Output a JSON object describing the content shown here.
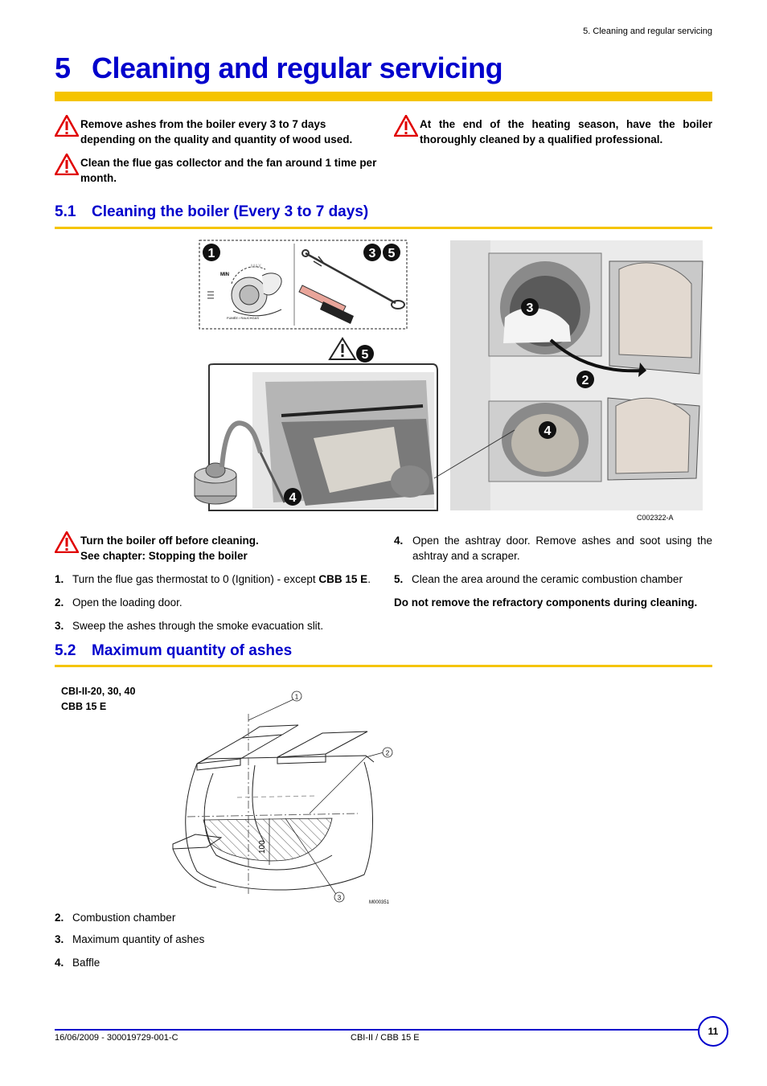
{
  "header": {
    "running_title": "5. Cleaning and regular servicing"
  },
  "chapter": {
    "number": "5",
    "title": "Cleaning and regular servicing"
  },
  "warnings_top": {
    "left_1": "Remove ashes from the boiler every 3 to 7 days depending on the quality and quantity of wood used.",
    "left_2": "Clean the flue gas collector and the fan around 1 time per month.",
    "right_1": "At the end of the heating season, have the boiler thoroughly cleaned by a qualified professional."
  },
  "section_1": {
    "number": "5.1",
    "title": "Cleaning the boiler (Every 3 to 7 days)"
  },
  "figure_1": {
    "code": "C002322-A",
    "badges": [
      "1",
      "3",
      "5",
      "5",
      "4",
      "3",
      "2",
      "4"
    ],
    "dial_min": "MIN",
    "dial_max": "MAX",
    "dial_caption": "FUMÉE / RAUCHGAS"
  },
  "steps_warning": {
    "line_1": "Turn the boiler off before cleaning.",
    "line_2": "See chapter: Stopping the boiler"
  },
  "steps": [
    {
      "num": "1.",
      "text_before": "Turn the flue gas thermostat to 0 (Ignition) - except ",
      "bold": "CBB 15 E",
      "text_after": "."
    },
    {
      "num": "2.",
      "text": "Open the loading door."
    },
    {
      "num": "3.",
      "text": "Sweep the ashes through the smoke evacuation slit."
    },
    {
      "num": "4.",
      "text": "Open the ashtray door. Remove ashes and soot using the ashtray and a scraper."
    },
    {
      "num": "5.",
      "text": "Clean the area around the ceramic combustion chamber"
    }
  ],
  "refractory_note": "Do not remove the refractory components during cleaning.",
  "section_2": {
    "number": "5.2",
    "title": "Maximum quantity of ashes"
  },
  "figure_2": {
    "models_line_1": "CBI-II-20, 30, 40",
    "models_line_2": "CBB 15 E",
    "code": "M000351",
    "dimension": "100",
    "callouts": [
      "1",
      "2",
      "3"
    ]
  },
  "legend": [
    {
      "num": "2.",
      "text": "Combustion chamber"
    },
    {
      "num": "3.",
      "text": "Maximum quantity of ashes"
    },
    {
      "num": "4.",
      "text": "Baffle"
    }
  ],
  "footer": {
    "left": "16/06/2009 - 300019729-001-C",
    "center": "CBI-II / CBB 15 E",
    "page": "11"
  },
  "colors": {
    "heading_blue": "#0000cc",
    "rule_yellow": "#f5c400",
    "warning_red": "#e00000"
  }
}
